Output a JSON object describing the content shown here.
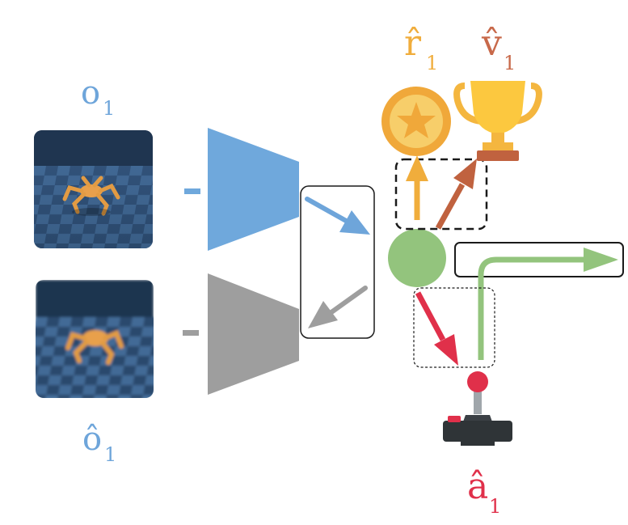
{
  "labels": {
    "obs": {
      "text": "o",
      "sub": "1",
      "color": "#6ea5da"
    },
    "obs_hat": {
      "text": "ô",
      "sub": "1",
      "color": "#6ea5da"
    },
    "reward_hat": {
      "text": "r̂",
      "sub": "1",
      "color": "#f0ad3c"
    },
    "value_hat": {
      "text": "v̂",
      "sub": "1",
      "color": "#c8694a"
    },
    "action_hat": {
      "text": "â",
      "sub": "1",
      "color": "#e0304a"
    }
  },
  "colors": {
    "encoder": "#6fa8dc",
    "decoder": "#9e9e9e",
    "latent": "#93c47d",
    "reward": "#f0ad3c",
    "value": "#c0623f",
    "action": "#e0304a",
    "scene": "#2e4d70"
  },
  "icons": {
    "reward": "star-coin-icon",
    "value": "trophy-icon",
    "action": "joystick-icon",
    "observation": "robot-scene-image",
    "reconstruction": "robot-scene-blurred-image"
  }
}
